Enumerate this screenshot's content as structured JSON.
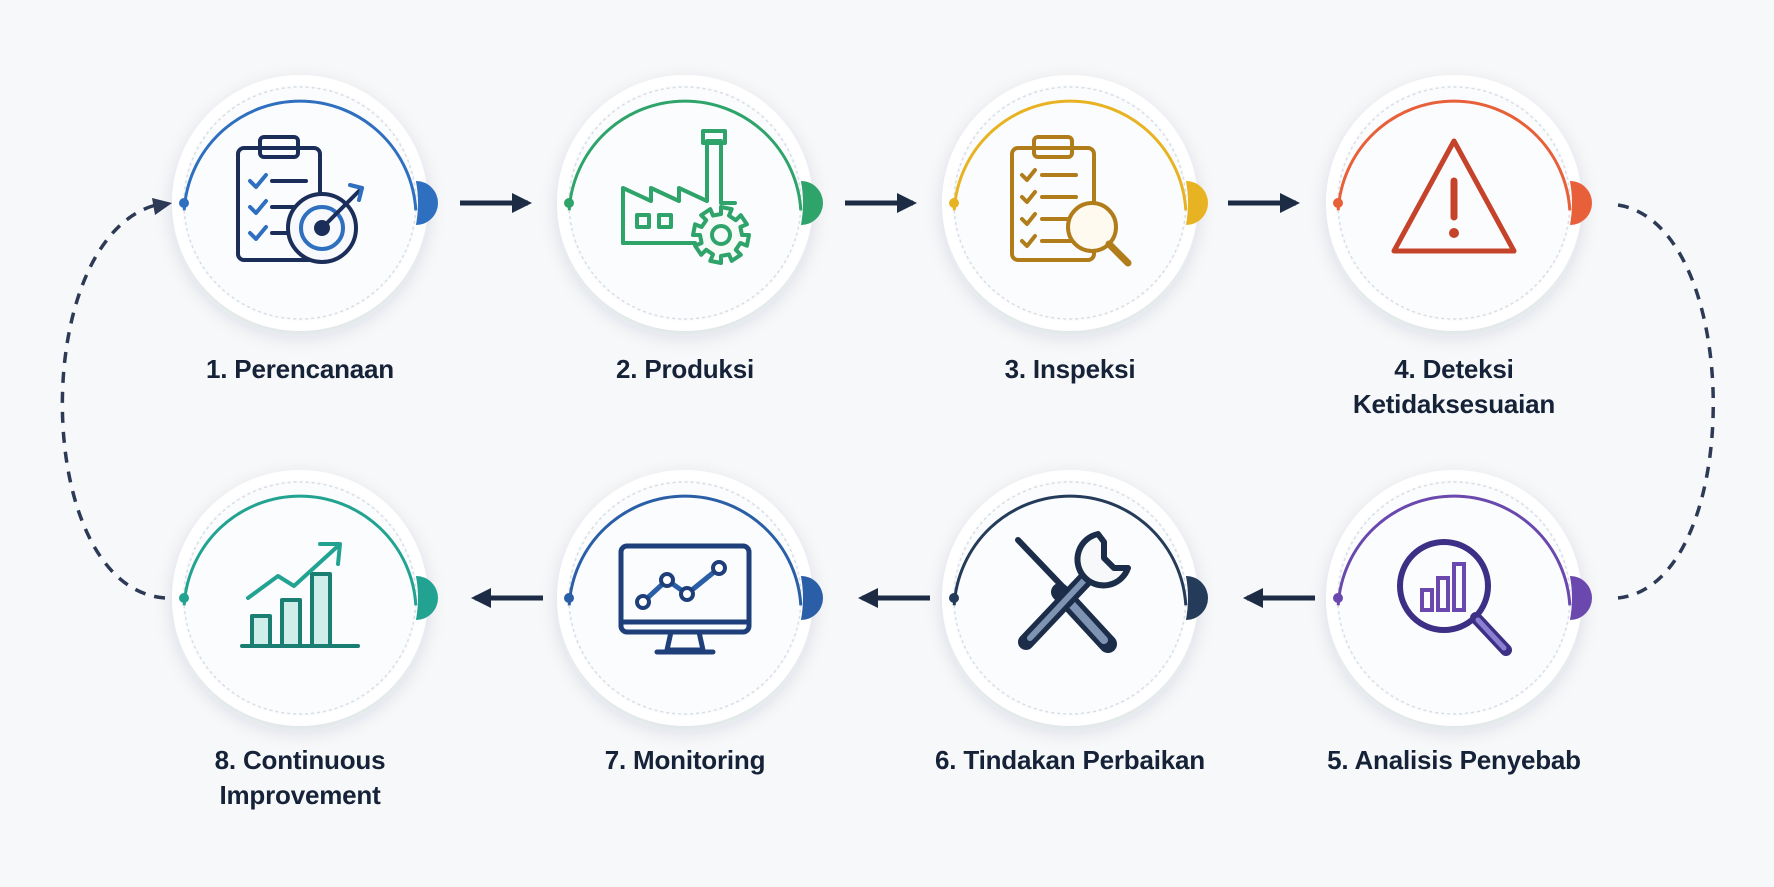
{
  "steps": [
    {
      "number": "1.",
      "label": [
        "1. Perencanaan"
      ],
      "icon": "clipboard-target-icon",
      "color": "#2f6fc0"
    },
    {
      "number": "2.",
      "label": [
        "2. Produksi"
      ],
      "icon": "factory-gear-icon",
      "color": "#2ea36a"
    },
    {
      "number": "3.",
      "label": [
        "3. Inspeksi"
      ],
      "icon": "clipboard-magnifier-icon",
      "color": "#e8b322"
    },
    {
      "number": "4.",
      "label": [
        "4. Deteksi",
        "Ketidaksesuaian"
      ],
      "icon": "warning-triangle-icon",
      "color": "#e8603a"
    },
    {
      "number": "5.",
      "label": [
        "5. Analisis Penyebab"
      ],
      "icon": "chart-magnifier-icon",
      "color": "#6a48ad"
    },
    {
      "number": "6.",
      "label": [
        "6. Tindakan Perbaikan"
      ],
      "icon": "tools-icon",
      "color": "#243b5a"
    },
    {
      "number": "7.",
      "label": [
        "7. Monitoring"
      ],
      "icon": "monitor-chart-icon",
      "color": "#2a5fa8"
    },
    {
      "number": "8.",
      "label": [
        "8. Continuous",
        "Improvement"
      ],
      "icon": "growth-chart-icon",
      "color": "#22a392"
    }
  ],
  "arrow_color": "#1d2b45"
}
